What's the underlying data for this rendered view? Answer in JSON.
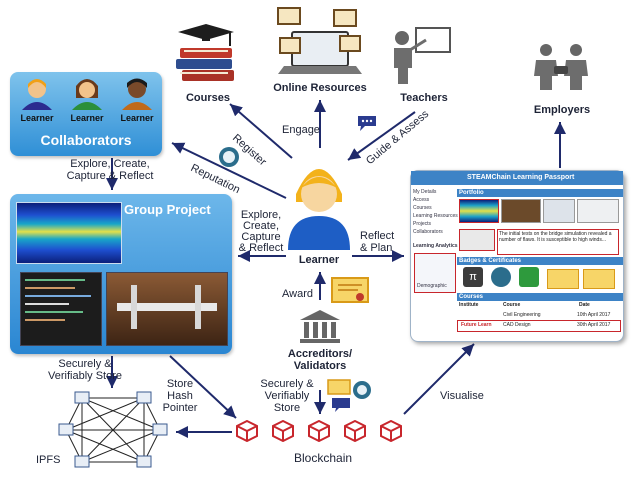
{
  "nodes": {
    "courses": "Courses",
    "online_resources": "Online Resources",
    "teachers": "Teachers",
    "employers": "Employers",
    "collaborators": "Collaborators",
    "learner_tag": "Learner",
    "group_project": "Group Project",
    "learner": "Learner",
    "accreditors_line1": "Accreditors/",
    "accreditors_line2": "Validators",
    "blockchain": "Blockchain",
    "ipfs": "IPFS"
  },
  "edges": {
    "register": "Register",
    "engage": "Engage",
    "guide_assess": "Guide & Assess",
    "reputation": "Reputation",
    "explore_left_1": "Explore, Create,",
    "explore_left_2": "Capture & Reflect",
    "explore_center_1": "Explore,",
    "explore_center_2": "Create,",
    "explore_center_3": "Capture",
    "explore_center_4": "& Reflect",
    "reflect_plan_1": "Reflect",
    "reflect_plan_2": "& Plan",
    "award": "Award",
    "securely_left_1": "Securely &",
    "securely_left_2": "Verifiably Store",
    "store_hash_1": "Store",
    "store_hash_2": "Hash",
    "store_hash_3": "Pointer",
    "securely_mid_1": "Securely &",
    "securely_mid_2": "Verifiably",
    "securely_mid_3": "Store",
    "visualise": "Visualise"
  },
  "passport": {
    "title": "STEAMChain Learning Passport",
    "sidebar": [
      "My Details",
      "Access",
      "Courses",
      "Learning Resources",
      "Projects",
      "Collaborators"
    ],
    "learning_analytics": "Learning Analytics",
    "demographic": "Demographic",
    "portfolio": "Portfolio",
    "note": "The initial tests on the bridge simulation revealed a number of flaws. It is susceptible to high winds...",
    "badges": "Badges & Certificates",
    "courses_header": "Courses",
    "col_institute": "Institute",
    "col_course": "Course",
    "col_date": "Date",
    "rows": [
      {
        "course": "Civil Engineering",
        "date": "10th April 2017"
      },
      {
        "course": "CAD Design",
        "date": "30th April 2017"
      }
    ],
    "future_learn": "Future Learn"
  },
  "colors": {
    "arrow": "#1f2a6b",
    "panel_blue": "#2f8fd6",
    "cube_red": "#c8262c",
    "passport_blue": "#3d83c6"
  }
}
